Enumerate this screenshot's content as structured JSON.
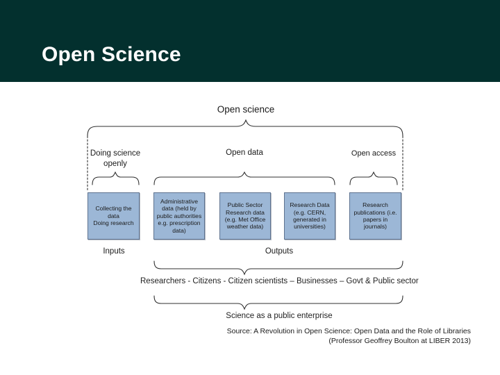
{
  "slide": {
    "title": "Open Science",
    "header_color": "#03302e",
    "background_color": "#ffffff"
  },
  "diagram": {
    "node_fill_color": "#9CB7D6",
    "node_border_color": "#5d728f",
    "top_label": "Open science",
    "tier2": [
      {
        "label": "Doing science openly"
      },
      {
        "label": "Open data"
      },
      {
        "label": "Open access"
      }
    ],
    "nodes": [
      {
        "id": "collecting-data",
        "label": "Collecting the data\nDoing research"
      },
      {
        "id": "administrative-data",
        "label": "Administrative data (held by public authorities e.g. prescription data)"
      },
      {
        "id": "public-sector-research-data",
        "label": "Public Sector Research data (e.g. Met Office weather data)"
      },
      {
        "id": "research-data",
        "label": "Research Data (e.g. CERN, generated in universities)"
      },
      {
        "id": "research-publications",
        "label": "Research publications (i.e. papers in journals)"
      }
    ],
    "flow_labels": {
      "inputs": "Inputs",
      "outputs": "Outputs"
    },
    "actors_band": "Researchers - Citizens - Citizen scientists – Businesses – Govt & Public sector",
    "enterprise_band": "Science as a public enterprise"
  },
  "source": {
    "line1": "Source: A Revolution in Open Science: Open Data and the Role of Libraries",
    "line2": "(Professor Geoffrey Boulton at LIBER 2013)"
  }
}
